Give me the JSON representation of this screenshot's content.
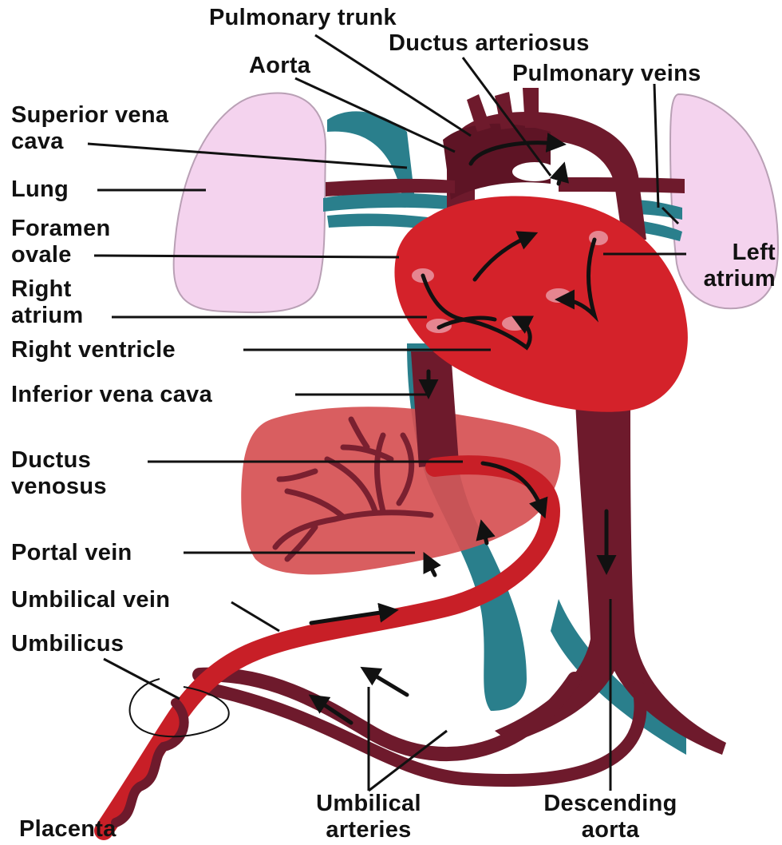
{
  "labels": {
    "pulmonary_trunk": "Pulmonary trunk",
    "ductus_arteriosus": "Ductus arteriosus",
    "aorta": "Aorta",
    "pulmonary_veins": "Pulmonary veins",
    "superior_vena_cava_1": "Superior vena",
    "superior_vena_cava_2": "cava",
    "lung": "Lung",
    "foramen_ovale_1": "Foramen",
    "foramen_ovale_2": "ovale",
    "left_atrium_1": "Left",
    "left_atrium_2": "atrium",
    "right_atrium_1": "Right",
    "right_atrium_2": "atrium",
    "right_ventricle": "Right ventricle",
    "inferior_vena_cava": "Inferior vena cava",
    "ductus_venosus_1": "Ductus",
    "ductus_venosus_2": "venosus",
    "portal_vein": "Portal vein",
    "umbilical_vein": "Umbilical vein",
    "umbilicus": "Umbilicus",
    "umbilical_arteries_1": "Umbilical",
    "umbilical_arteries_2": "arteries",
    "descending_aorta_1": "Descending",
    "descending_aorta_2": "aorta",
    "placenta": "Placenta"
  },
  "colors": {
    "lung": "#f4d3ee",
    "lung_outline": "#b9a0b5",
    "vein_teal": "#2a7f8c",
    "artery_dark": "#6e1a2c",
    "heart_red": "#d4222a",
    "liver": "#d65052",
    "oxygenated": "#c81f27",
    "valve": "#e68590"
  }
}
